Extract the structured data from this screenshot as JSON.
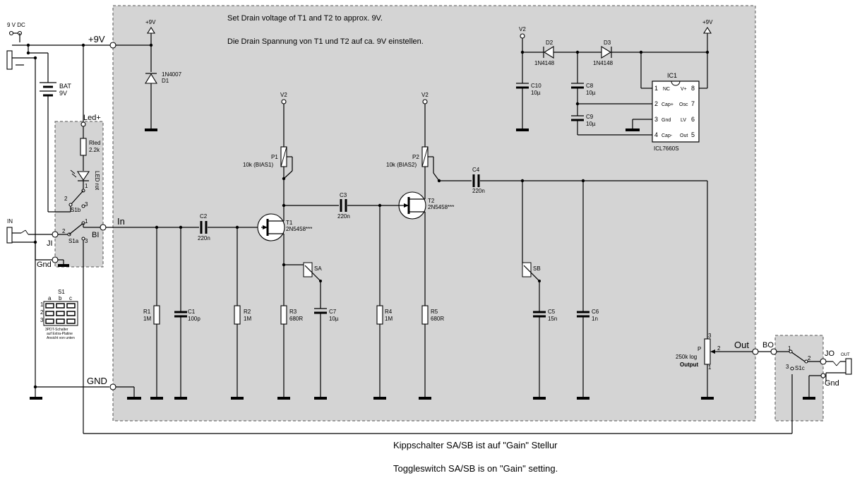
{
  "notes": {
    "de": "Set Drain voltage of T1 and T2 to approx. 9V.",
    "de2": "Die Drain Spannung von T1 und T2 auf ca. 9V einstellen.",
    "bottom1": "Kippschalter SA/SB ist auf \"Gain\" Stellur",
    "bottom2": "Toggleswitch SA/SB is on \"Gain\" setting."
  },
  "nets": {
    "p9v": "+9V",
    "gnd": "GND",
    "in": "In",
    "out": "Out",
    "ledp": "Led+",
    "v2": "V2",
    "sup9": "+9V",
    "ji": "JI",
    "bi": "BI",
    "bo": "BO",
    "jo": "JO",
    "gndl": "Gnd",
    "gndr": "Gnd",
    "dc": "9 V DC",
    "injack": "IN",
    "outjack": "OUT"
  },
  "parts": {
    "d1": [
      "1N4007",
      "D1"
    ],
    "d2": [
      "D2",
      "1N4148"
    ],
    "d3": [
      "D3",
      "1N4148"
    ],
    "c10": [
      "C10",
      "10µ"
    ],
    "c8": [
      "C8",
      "10µ"
    ],
    "c9": [
      "C9",
      "10µ"
    ],
    "ic1": [
      "IC1",
      "ICL7660S"
    ],
    "pins": [
      "1",
      "NC",
      "V+",
      "8",
      "2",
      "Cap+",
      "Osc",
      "7",
      "3",
      "Gnd",
      "LV",
      "6",
      "4",
      "Cap-",
      "Out",
      "5"
    ],
    "bat": [
      "BAT",
      "9V"
    ],
    "rled": [
      "Rled",
      "2.2k"
    ],
    "led": "LED rot",
    "s1b": "S1b",
    "s1a": "S1a",
    "s1c": "S1c",
    "s1": [
      "S1",
      "a",
      "b",
      "c",
      "1",
      "2",
      "3",
      "3PDT-Schalter",
      "auf Extra-Platine",
      "Ansicht von unten"
    ],
    "p1": [
      "P1",
      "10k (BIAS1)"
    ],
    "p2": [
      "P2",
      "10k (BIAS2)"
    ],
    "t1": [
      "T1",
      "2N5458***"
    ],
    "t2": [
      "T2",
      "2N5458***"
    ],
    "c2": [
      "C2",
      "220n"
    ],
    "c3": [
      "C3",
      "220n"
    ],
    "c4": [
      "C4",
      "220n"
    ],
    "r1": [
      "R1",
      "1M"
    ],
    "c1": [
      "C1",
      "100p"
    ],
    "r2": [
      "R2",
      "1M"
    ],
    "r3": [
      "R3",
      "680R"
    ],
    "c7": [
      "C7",
      "10µ"
    ],
    "r4": [
      "R4",
      "1M"
    ],
    "r5": [
      "R5",
      "680R"
    ],
    "c5": [
      "C5",
      "15n"
    ],
    "c6": [
      "C6",
      "1n"
    ],
    "sa": "SA",
    "sb": "SB",
    "pot": [
      "P",
      "250k log",
      "Output",
      "3",
      "2",
      "1"
    ],
    "swpins": [
      "2",
      "1",
      "3",
      "2",
      "1",
      "3",
      "1",
      "2",
      "3"
    ]
  }
}
